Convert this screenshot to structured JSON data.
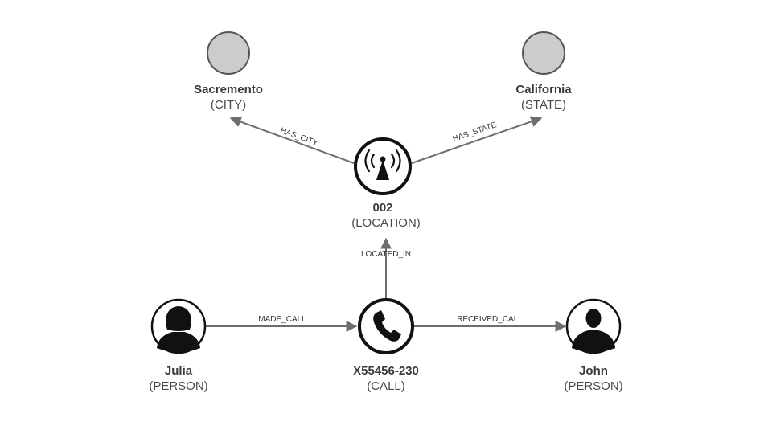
{
  "nodes": [
    {
      "id": "sacremento",
      "name": "Sacremento",
      "type": "(CITY)",
      "icon": "none",
      "fill": "#cccccc"
    },
    {
      "id": "california",
      "name": "California",
      "type": "(STATE)",
      "icon": "none",
      "fill": "#cccccc"
    },
    {
      "id": "location",
      "name": "002",
      "type": "(LOCATION)",
      "icon": "cell-tower-icon",
      "fill": "#ffffff"
    },
    {
      "id": "julia",
      "name": "Julia",
      "type": "(PERSON)",
      "icon": "female-person-icon",
      "fill": "#ffffff"
    },
    {
      "id": "call",
      "name": "X55456-230",
      "type": "(CALL)",
      "icon": "phone-icon",
      "fill": "#ffffff"
    },
    {
      "id": "john",
      "name": "John",
      "type": "(PERSON)",
      "icon": "male-person-icon",
      "fill": "#ffffff"
    }
  ],
  "edges": [
    {
      "from": "location",
      "to": "sacremento",
      "label": "HAS_CITY"
    },
    {
      "from": "location",
      "to": "california",
      "label": "HAS_STATE"
    },
    {
      "from": "call",
      "to": "location",
      "label": "LOCATED_IN"
    },
    {
      "from": "julia",
      "to": "call",
      "label": "MADE_CALL"
    },
    {
      "from": "call",
      "to": "john",
      "label": "RECEIVED_CALL"
    }
  ],
  "colors": {
    "edge": "#6e6e6e",
    "node_stroke": "#111111",
    "gray_node": "#cccccc"
  }
}
